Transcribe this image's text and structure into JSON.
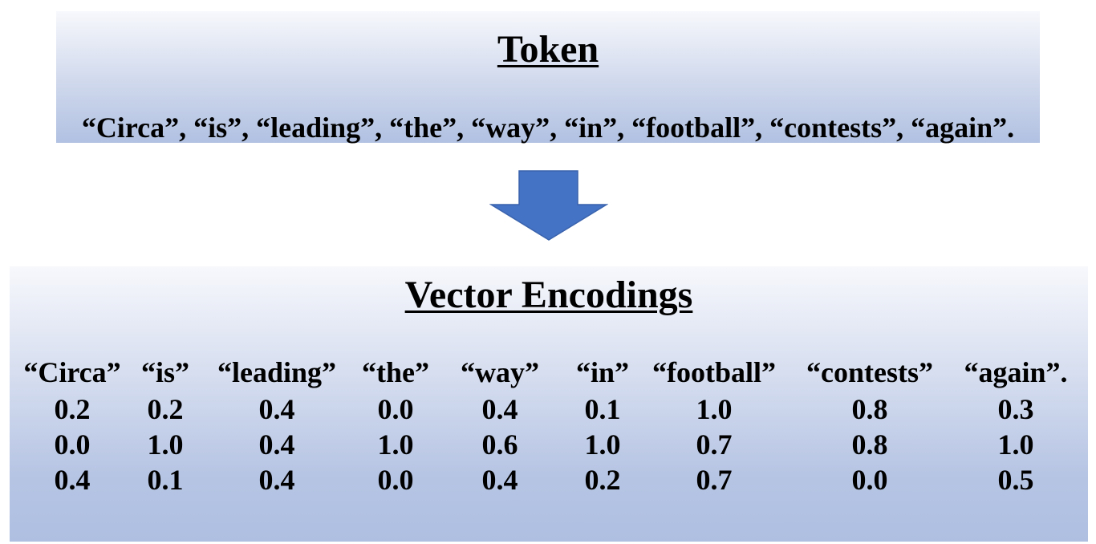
{
  "token": {
    "title": "Token",
    "sentence": "“Circa”, “is”, “leading”, “the”, “way”, “in”, “football”, “contests”, “again”."
  },
  "arrow": {
    "icon": "down-arrow-icon",
    "color": "#4472c4"
  },
  "encodings": {
    "title": "Vector Encodings",
    "columns": [
      {
        "token": "“Circa”",
        "values": [
          "0.2",
          "0.0",
          "0.4"
        ]
      },
      {
        "token": "“is”",
        "values": [
          "0.2",
          "1.0",
          "0.1"
        ]
      },
      {
        "token": "“leading”",
        "values": [
          "0.4",
          "0.4",
          "0.4"
        ]
      },
      {
        "token": "“the”",
        "values": [
          "0.0",
          "1.0",
          "0.0"
        ]
      },
      {
        "token": "“way”",
        "values": [
          "0.4",
          "0.6",
          "0.4"
        ]
      },
      {
        "token": "“in”",
        "values": [
          "0.1",
          "1.0",
          "0.2"
        ]
      },
      {
        "token": "“football”",
        "values": [
          "1.0",
          "0.7",
          "0.7"
        ]
      },
      {
        "token": "“contests”",
        "values": [
          "0.8",
          "0.8",
          "0.0"
        ]
      },
      {
        "token": "“again”.",
        "values": [
          "0.3",
          "1.0",
          "0.5"
        ]
      }
    ]
  },
  "colors": {
    "box_light": "#f7f8fc",
    "box_dark": "#b1c1e2",
    "text": "#000000"
  }
}
